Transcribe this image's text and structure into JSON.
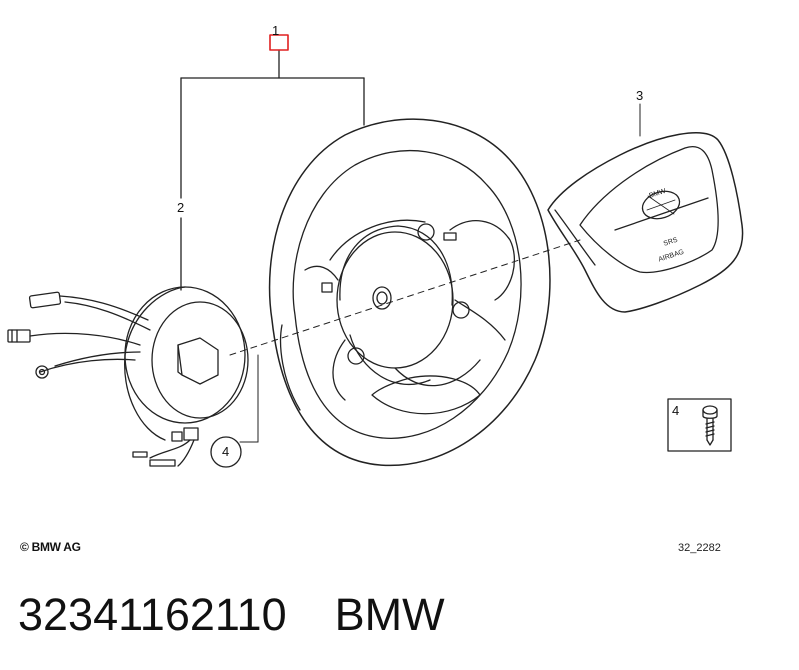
{
  "labels": {
    "callout_1": "1",
    "callout_2": "2",
    "callout_3": "3",
    "callout_4_circle": "4",
    "callout_4_box": "4"
  },
  "airbag_text": {
    "logo": "BMW",
    "line1": "SRS",
    "line2": "AIRBAG"
  },
  "footer": {
    "copyright": "© BMW AG",
    "figure_number": "32_2282"
  },
  "part": {
    "number": "32341162110",
    "brand": "BMW"
  },
  "colors": {
    "highlight_box": "#e02020",
    "line": "#222222"
  }
}
